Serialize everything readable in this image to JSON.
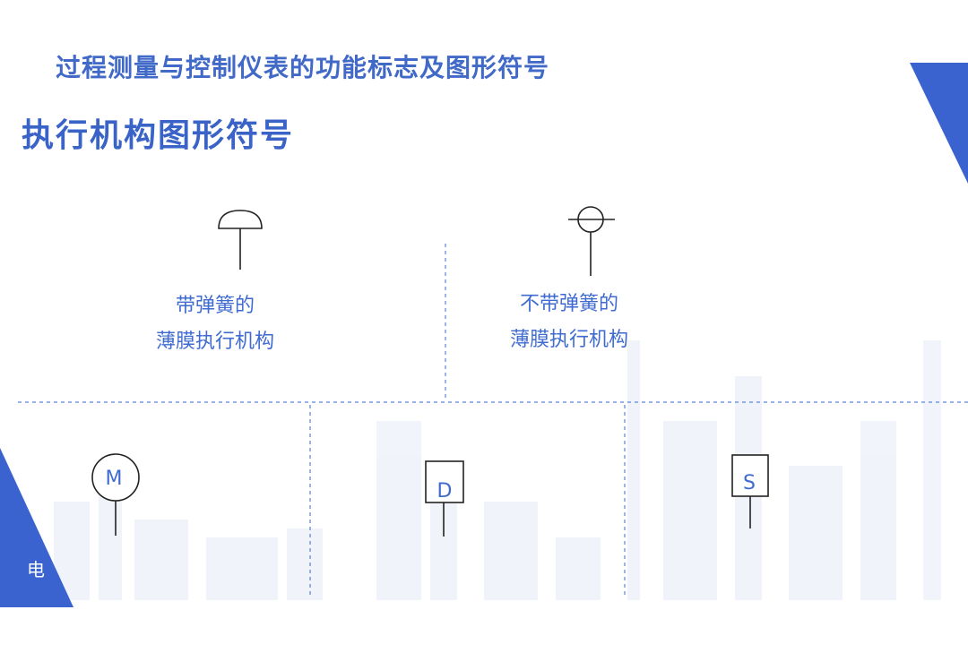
{
  "header": {
    "subtitle": "过程测量与控制仪表的功能标志及图形符号",
    "title": "执行机构图形符号"
  },
  "symbols": {
    "spring_diaphragm": {
      "caption_line1": "带弹簧的",
      "caption_line2": "薄膜执行机构"
    },
    "no_spring_diaphragm": {
      "caption_line1": "不带弹簧的",
      "caption_line2": "薄膜执行机构"
    },
    "motor": {
      "letter": "M"
    },
    "digital": {
      "letter": "D"
    },
    "solenoid": {
      "letter": "S"
    }
  },
  "footer": {
    "text": "电"
  },
  "colors": {
    "accent": "#3a63c8",
    "caption": "#3f6bd0",
    "divider": "#5b84d6",
    "symbol_line": "#222222"
  }
}
